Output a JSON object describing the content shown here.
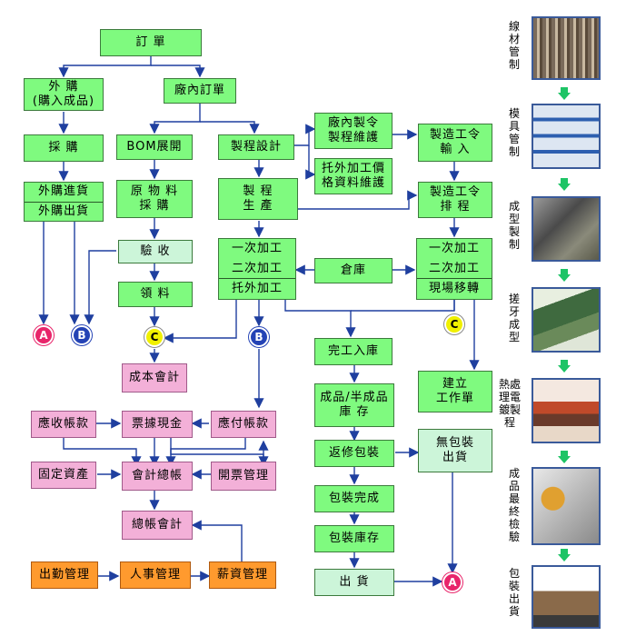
{
  "nodes": {
    "order": "訂 單",
    "outsource": "外 購\n(購入成品)",
    "factory_order": "廠內訂單",
    "purchase": "採 購",
    "bom": "BOM展開",
    "process_design": "製程設計",
    "factory_proc_maint": "廠內製令\n製程維護",
    "outsource_price_maint": "托外加工價\n格資料維護",
    "work_order_input": "製造工令\n輸 入",
    "outsource_in": "外購進貨",
    "outsource_out": "外購出貨",
    "raw_material": "原 物 料\n採 購",
    "production": "製 程\n生 產",
    "work_order_schedule": "製造工令\n排 程",
    "inspection": "驗 收",
    "receive_material": "領 料",
    "process_left_1": "一次加工",
    "process_left_2": "二次加工",
    "process_left_3": "托外加工",
    "warehouse": "倉庫",
    "process_right_1": "一次加工",
    "process_right_2": "二次加工",
    "process_right_3": "現場移轉",
    "cost_accounting": "成本會計",
    "completed_stock": "完工入庫",
    "build_worksheet": "建立\n工作單",
    "receivable": "應收帳款",
    "notes_cash": "票據現金",
    "payable": "應付帳款",
    "finished_stock": "成品/半成品\n庫 存",
    "no_pack_ship": "無包裝\n出貨",
    "fixed_assets": "固定資產",
    "general_ledger": "會計總帳",
    "invoice_mgmt": "開票管理",
    "rework_pack": "返修包裝",
    "pack_done": "包裝完成",
    "gl_accounting": "總帳會計",
    "pack_stock": "包裝庫存",
    "attendance": "出勤管理",
    "hr": "人事管理",
    "payroll": "薪資管理",
    "ship": "出 貨"
  },
  "connectors": {
    "A": "A",
    "B": "B",
    "C": "C"
  },
  "sidebar": [
    "線材管制",
    "模具管制",
    "成型製制",
    "搓牙成型",
    "熱處理電鍍製程",
    "成品最終檢驗",
    "包裝出貨"
  ],
  "colors": {
    "green": "#7ffa7f",
    "mint": "#ccf5d9",
    "pink": "#f3b0d8",
    "orange": "#ff9a2e",
    "connector_red": "#e8256a",
    "connector_blue": "#2443b5",
    "connector_yellow": "#f0f000",
    "process_arrow": "#1ec466"
  }
}
